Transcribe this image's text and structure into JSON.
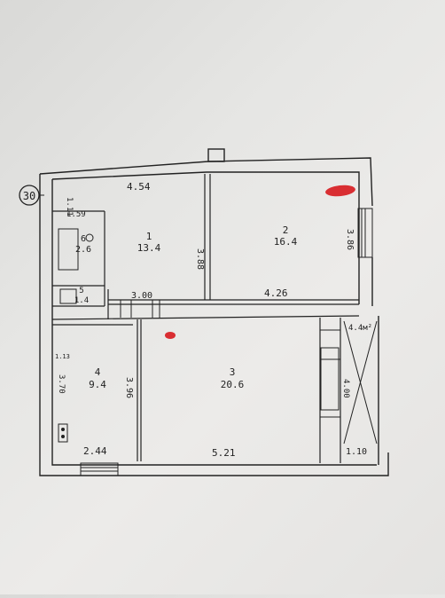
{
  "plan": {
    "apartment_number": "30",
    "rooms": [
      {
        "id": "1",
        "area": "13.4"
      },
      {
        "id": "2",
        "area": "16.4"
      },
      {
        "id": "3",
        "area": "20.6"
      },
      {
        "id": "4",
        "area": "9.4"
      },
      {
        "id": "5",
        "area": "1.4"
      },
      {
        "id": "6",
        "area": "2.6"
      }
    ],
    "hall_area": "4.4м²",
    "small_mark": "1.13",
    "dimensions": {
      "top_width": "4.54",
      "left_small_1": "1.11",
      "left_small_2": "1.59",
      "room1_height": "3.88",
      "room2_height": "3.86",
      "room2_width": "4.26",
      "hall_width": "3.00",
      "room4_height": "3.70",
      "room3_height": "3.96",
      "room4_width": "2.44",
      "room3_width": "5.21",
      "corridor_height": "4.00",
      "corridor_width": "1.10"
    }
  },
  "colors": {
    "ink": "#222222",
    "mark": "#d7191e"
  }
}
